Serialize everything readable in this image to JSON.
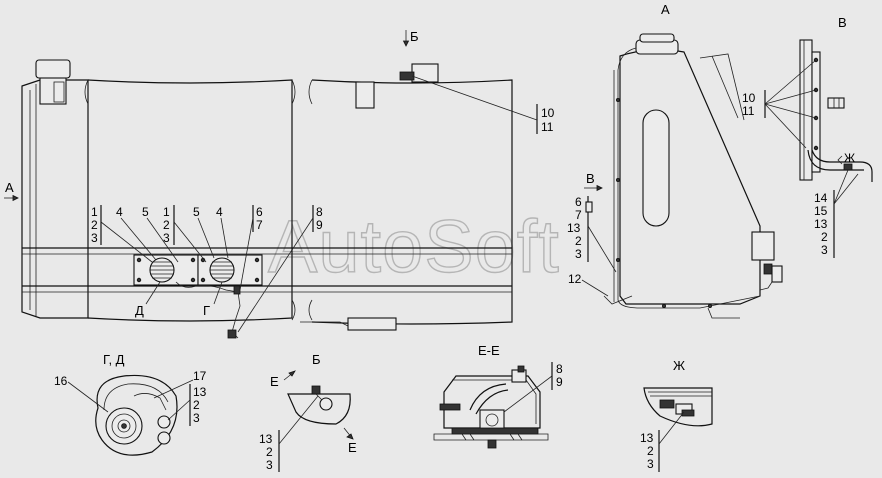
{
  "watermark": "AutoSoft",
  "view_titles": {
    "a": "А",
    "v": "В",
    "b_top": "Б",
    "gd": "Г, Д",
    "b": "Б",
    "ee": "Е-Е",
    "zh": "Ж"
  },
  "markers": {
    "a_arrow": "А",
    "v_arrow": "В",
    "g": "Г",
    "d": "Д",
    "e_top": "Е",
    "e_bottom": "Е",
    "zh_mark": "Ж"
  },
  "callouts": {
    "main_stack_1": [
      "1",
      "2",
      "3"
    ],
    "main_4a": "4",
    "main_5a": "5",
    "main_stack_2": [
      "1",
      "2",
      "3"
    ],
    "main_5b": "5",
    "main_4b": "4",
    "main_stack_67": [
      "6",
      "7"
    ],
    "main_stack_89": [
      "8",
      "9"
    ],
    "main_stack_1011": [
      "10",
      "11"
    ],
    "a_stack": [
      "6",
      "7",
      "13",
      "2",
      "3"
    ],
    "a_12": "12",
    "v_stack_1011": [
      "10",
      "11"
    ],
    "v_stack_lower": [
      "14",
      "15",
      "13",
      "2",
      "3"
    ],
    "gd_16": "16",
    "gd_stack": [
      "17",
      "13",
      "2",
      "3"
    ],
    "b_stack": [
      "13",
      "2",
      "3"
    ],
    "ee_stack": [
      "8",
      "9"
    ],
    "zh_stack": [
      "13",
      "2",
      "3"
    ]
  }
}
